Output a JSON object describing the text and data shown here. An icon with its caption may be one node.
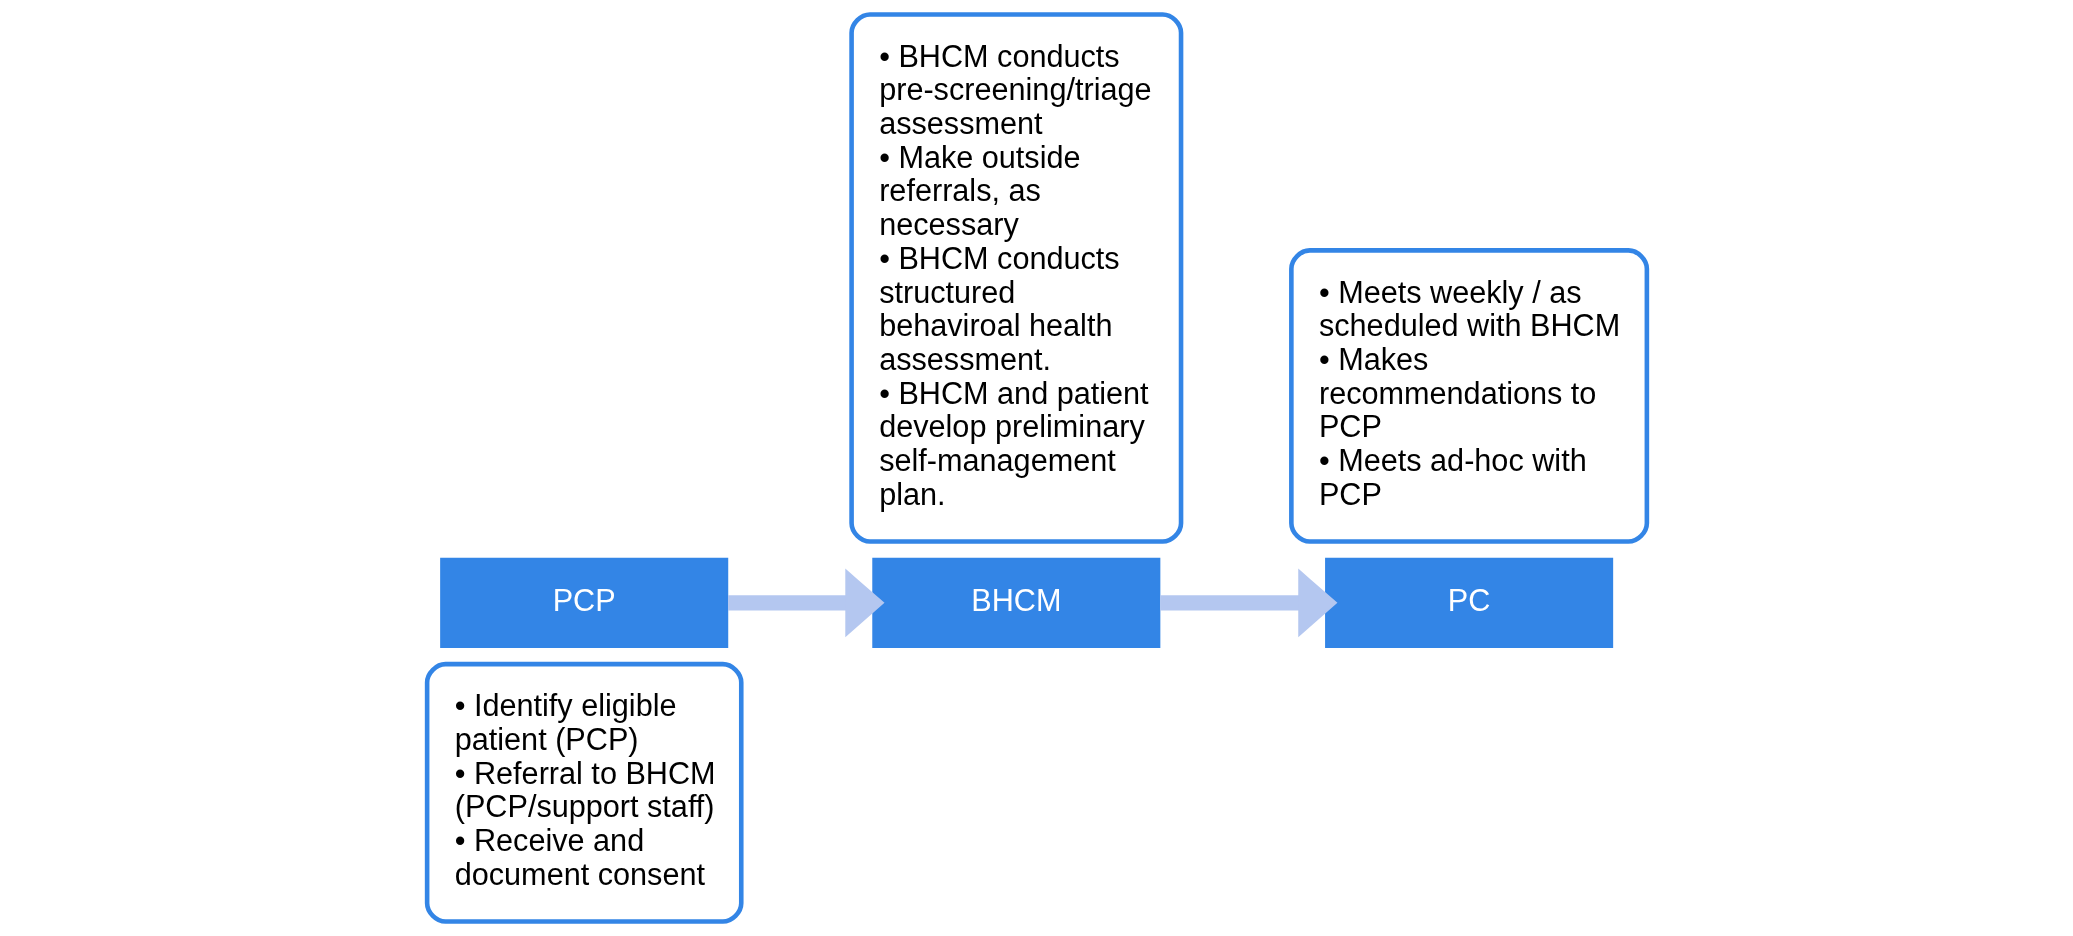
{
  "diagram": {
    "nodes": [
      {
        "text": [
          "PCP"
        ]
      },
      {
        "text": [
          "• Identify eligible patient (PCP)",
          "• Referral to BHCM (PCP/support staff)",
          "• Receive and document consent"
        ]
      },
      {
        "text": [
          "BHCM"
        ]
      },
      {
        "text": [
          "• BHCM conducts pre-screening/triage assessment",
          "• Make outside referrals, as necessary",
          "• BHCM conducts structured behaviroal health assessment.",
          "• BHCM and patient develop preliminary self-management plan."
        ]
      },
      {
        "text": [
          "PC"
        ]
      },
      {
        "text": [
          "• Meets weekly / as scheduled with BHCM",
          "• Makes recommendations to PCP",
          "• Meets ad-hoc with PCP"
        ]
      }
    ],
    "edges": [
      {
        "from": 0,
        "to": 2,
        "arrow": "to"
      },
      {
        "from": 2,
        "to": 4,
        "arrow": "to"
      }
    ]
  }
}
